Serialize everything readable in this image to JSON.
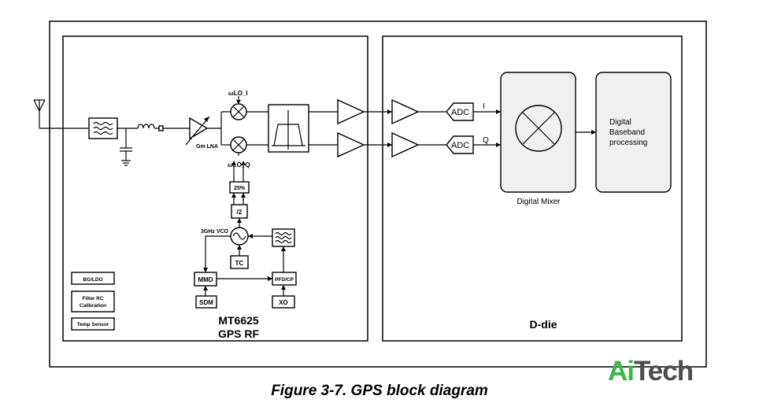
{
  "rf_block": {
    "chip": "MT6625",
    "name": "GPS RF",
    "lna_label": "Gm LNA",
    "lo_i": "ωLO_I",
    "lo_q": "ωLO_Q",
    "div_25": "25%",
    "div_2": "/2",
    "vco_label": "3GHz VCO",
    "tc": "TC",
    "mmd": "MMD",
    "sdm": "SDM",
    "pfd": "PFD/CP",
    "xo": "XO",
    "bg_ldo": "BG/LDO",
    "filter_rc": [
      "Filter RC",
      "Calibration"
    ],
    "temp_sensor": "Temp Sensor"
  },
  "d_die": {
    "name": "D-die",
    "adc_i": "ADC",
    "adc_q": "ADC",
    "i_label": "I",
    "q_label": "Q",
    "mixer_label": "Digital Mixer",
    "baseband": [
      "Digital",
      "Baseband",
      "processing"
    ]
  },
  "caption": "Figure 3-7. GPS block diagram",
  "logo": {
    "part1": "Ai",
    "part2": "Tech",
    "colors": {
      "part1": "#3cb54a",
      "part2": "#4d4d4d"
    }
  }
}
